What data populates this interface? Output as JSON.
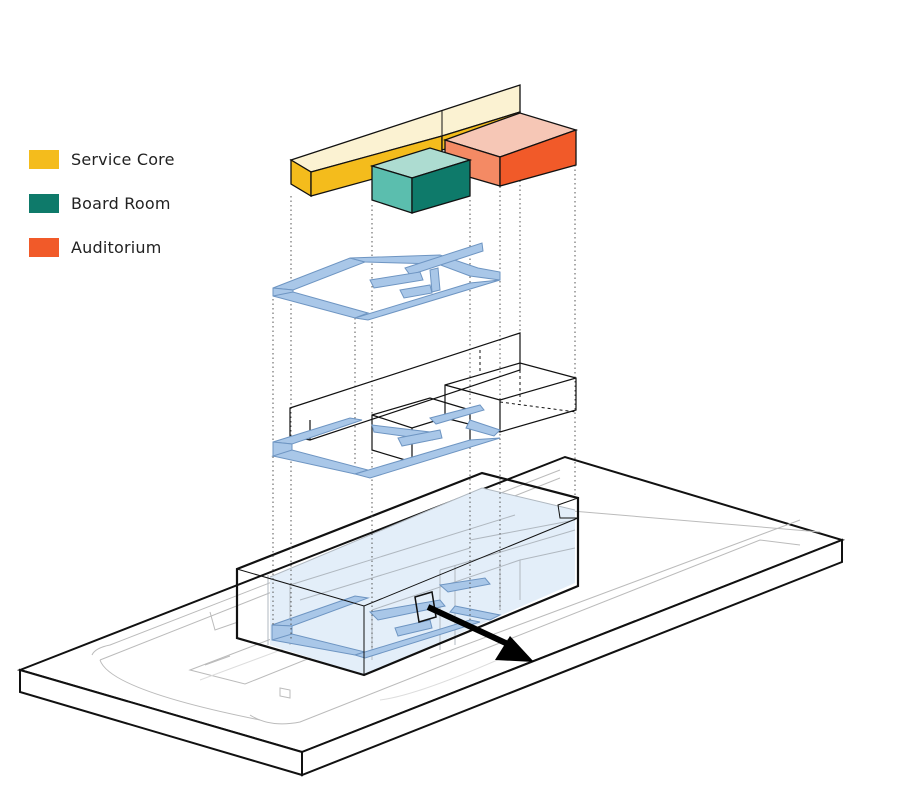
{
  "legend": {
    "items": [
      {
        "label": "Service Core",
        "color": "#F4BC1C"
      },
      {
        "label": "Board Room",
        "color": "#0E7A6A"
      },
      {
        "label": "Auditorium",
        "color": "#F15A29"
      }
    ]
  },
  "colors": {
    "circulation": "#A9C7E8",
    "circulation_stroke": "#6E95C2",
    "building_fill": "#E3EEF9",
    "line": "#111111",
    "guide": "#555555"
  }
}
